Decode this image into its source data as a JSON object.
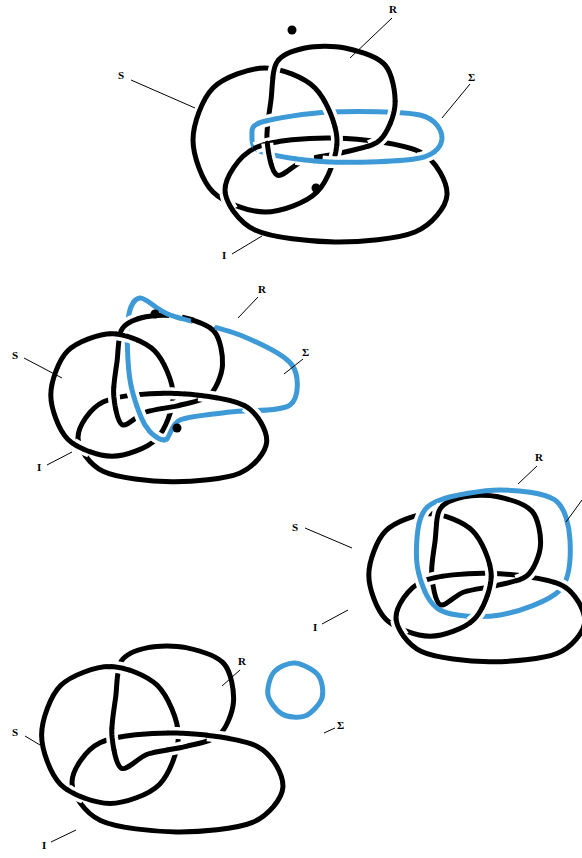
{
  "diagram": {
    "labels": [
      "R",
      "S",
      "Σ",
      "I",
      "R",
      "S",
      "Σ",
      "I",
      "R",
      "S",
      "I",
      "R",
      "S",
      "Σ",
      "I"
    ]
  }
}
